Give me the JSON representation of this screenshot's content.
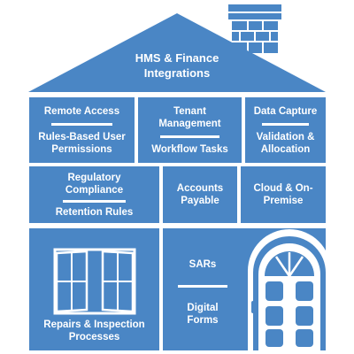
{
  "colors": {
    "primary": "#4a86c5",
    "border": "#3a6fa8",
    "text": "#ffffff"
  },
  "roof": {
    "line1": "HMS & Finance",
    "line2": "Integrations"
  },
  "blocks": {
    "remote_access": {
      "top": "Remote Access",
      "bottom": "Rules-Based User Permissions"
    },
    "tenant": {
      "top": "Tenant Management",
      "bottom": "Workflow Tasks"
    },
    "data_capture": {
      "top": "Data Capture",
      "bottom": "Validation & Allocation"
    },
    "regulatory": {
      "top": "Regulatory Compliance",
      "bottom": "Retention Rules"
    },
    "accounts": {
      "label": "Accounts Payable"
    },
    "cloud": {
      "label": "Cloud & On-Premise"
    },
    "repairs": {
      "label": "Repairs & Inspection Processes"
    },
    "sars": {
      "top": "SARs",
      "bottom": "Digital Forms"
    }
  }
}
